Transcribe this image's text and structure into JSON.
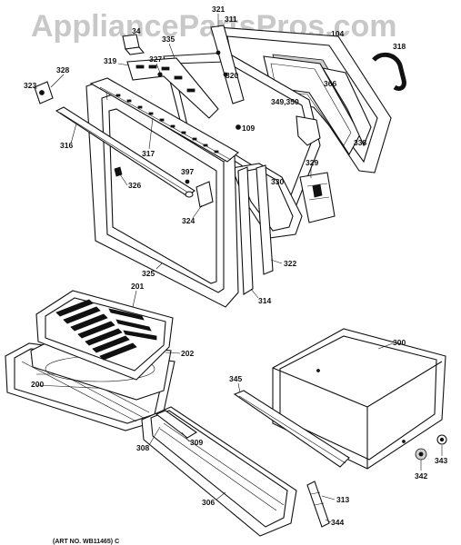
{
  "watermark": "AppliancePartsPros.com",
  "art_number": "(ART NO. WB11465) C",
  "part_labels": [
    "321",
    "311",
    "34",
    "335",
    "104",
    "318",
    "328",
    "319",
    "327",
    "323",
    "320",
    "366",
    "349,350",
    "109",
    "316",
    "317",
    "338",
    "397",
    "329",
    "326",
    "330",
    "324",
    "322",
    "325",
    "314",
    "201",
    "202",
    "300",
    "200",
    "345",
    "309",
    "308",
    "343",
    "342",
    "313",
    "306",
    "344"
  ]
}
